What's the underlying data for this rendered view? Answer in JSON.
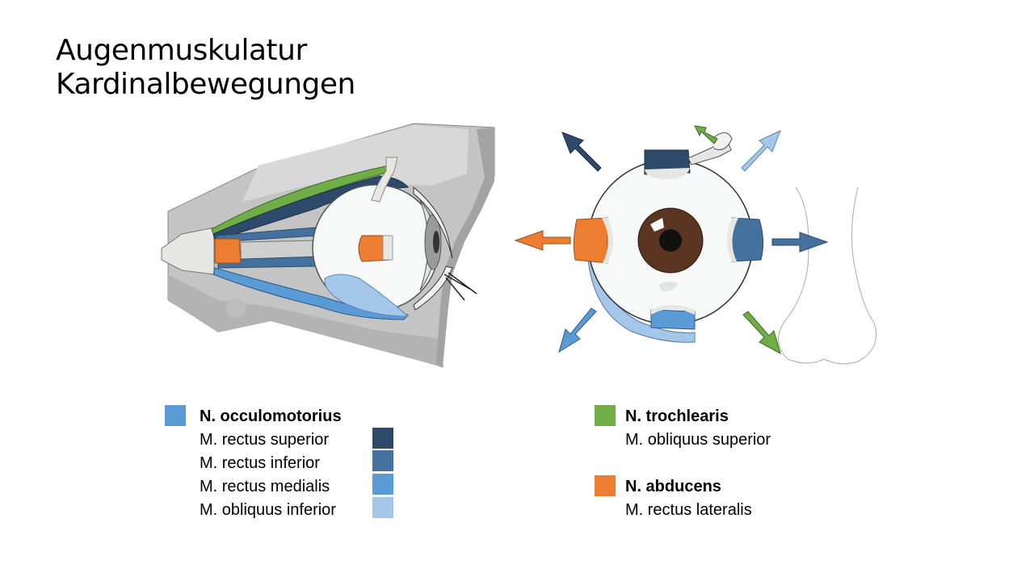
{
  "title": {
    "line1": "Augenmuskulatur",
    "line2": "Kardinalbewegungen"
  },
  "legend": {
    "occulomotorius": {
      "heading": "N. occulomotorius",
      "color": "#5B9BD5",
      "muscles": [
        {
          "label": "M. rectus superior",
          "color": "#2E4A6B"
        },
        {
          "label": "M. rectus inferior",
          "color": "#44719E"
        },
        {
          "label": "M. rectus medialis",
          "color": "#5B9BD5"
        },
        {
          "label": "M.  obliquus inferior",
          "color": "#A4C6E8"
        }
      ]
    },
    "trochlearis": {
      "heading": "N. trochlearis",
      "color": "#70AD47",
      "muscle": "M.  obliquus superior"
    },
    "abducens": {
      "heading": "N. abducens",
      "color": "#ED7D31",
      "muscle": "M. rectus lateralis"
    }
  },
  "colors": {
    "bone": "#C9C9C9",
    "bone_dark": "#A9A9A9",
    "iris": "#5A3522",
    "sclera": "#F7F8F8"
  }
}
